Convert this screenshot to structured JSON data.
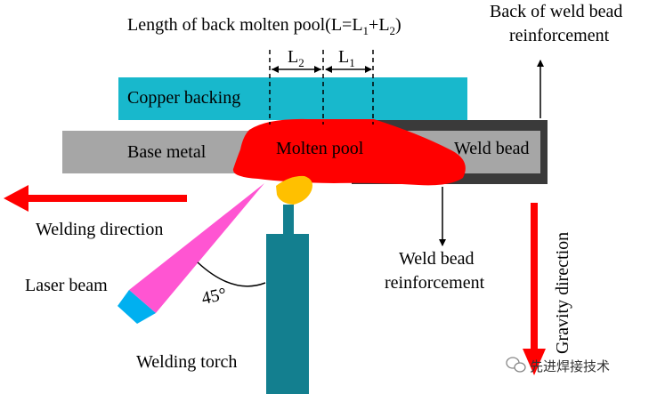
{
  "title": {
    "main": "Length of back molten pool(L=L",
    "sub1": "1",
    "plus": "+L",
    "sub2": "2",
    "close": ")"
  },
  "dims": {
    "l2_letter": "L",
    "l2_sub": "2",
    "l1_letter": "L",
    "l1_sub": "1"
  },
  "labels": {
    "copper_backing": "Copper backing",
    "base_metal": "Base metal",
    "molten_pool": "Molten pool",
    "weld_bead": "Weld bead",
    "back_reinf_line1": "Back of weld bead",
    "back_reinf_line2": "reinforcement",
    "welding_direction": "Welding direction",
    "laser_beam": "Laser beam",
    "angle": "45°",
    "welding_torch": "Welding torch",
    "weld_reinf_line1": "Weld bead",
    "weld_reinf_line2": "reinforcement",
    "gravity_direction": "Gravity direction"
  },
  "watermark": {
    "text": "先进焊接技术"
  },
  "colors": {
    "copper": "#18b8cc",
    "base_metal": "#a6a6a6",
    "molten_pool": "#ff0000",
    "arc": "#ffc000",
    "torch": "#137f8f",
    "laser": "#ff55d2",
    "laser_head": "#00b0f0",
    "weld_bead_border": "#3a3a3a",
    "arrow_red": "#ff0000"
  }
}
